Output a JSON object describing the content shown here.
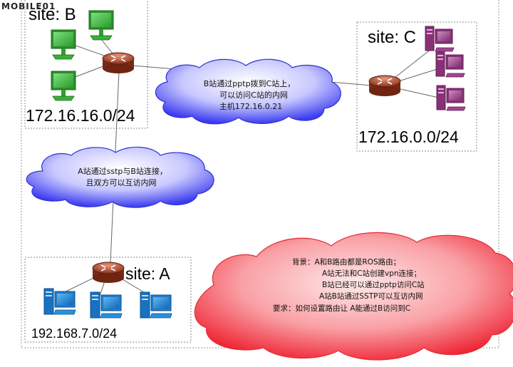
{
  "watermark": "MOBILE01",
  "sites": {
    "b": {
      "label": "site: B",
      "subnet": "172.16.16.0/24"
    },
    "c": {
      "label": "site: C",
      "subnet": "172.16.0.0/24"
    },
    "a": {
      "label": "site: A",
      "subnet": "192.168.7.0/24"
    }
  },
  "clouds": {
    "bc": [
      "B站通过pptp拨到C站上，",
      "可以访问C站的内网",
      "主机172.16.0.21"
    ],
    "ab": [
      "A站通过sstp与B站连接，",
      "且双方可以互访内网"
    ],
    "note": [
      "背景：A和B路由都是ROS路由；",
      "A站无法和C站创建vpn连接；",
      "B站已经可以通过pptp访问C站",
      "A站B站通过SSTP可以互访内网",
      "要求：如何设置路由让 A能通过B访问到C"
    ]
  },
  "colors": {
    "blue_cloud": "#4d4df2",
    "red_cloud": "#f03c46",
    "router": "#a4442b",
    "pc_green": "#3fbf3f",
    "pc_purple": "#9c3f87",
    "pc_blue": "#1e86d6"
  }
}
